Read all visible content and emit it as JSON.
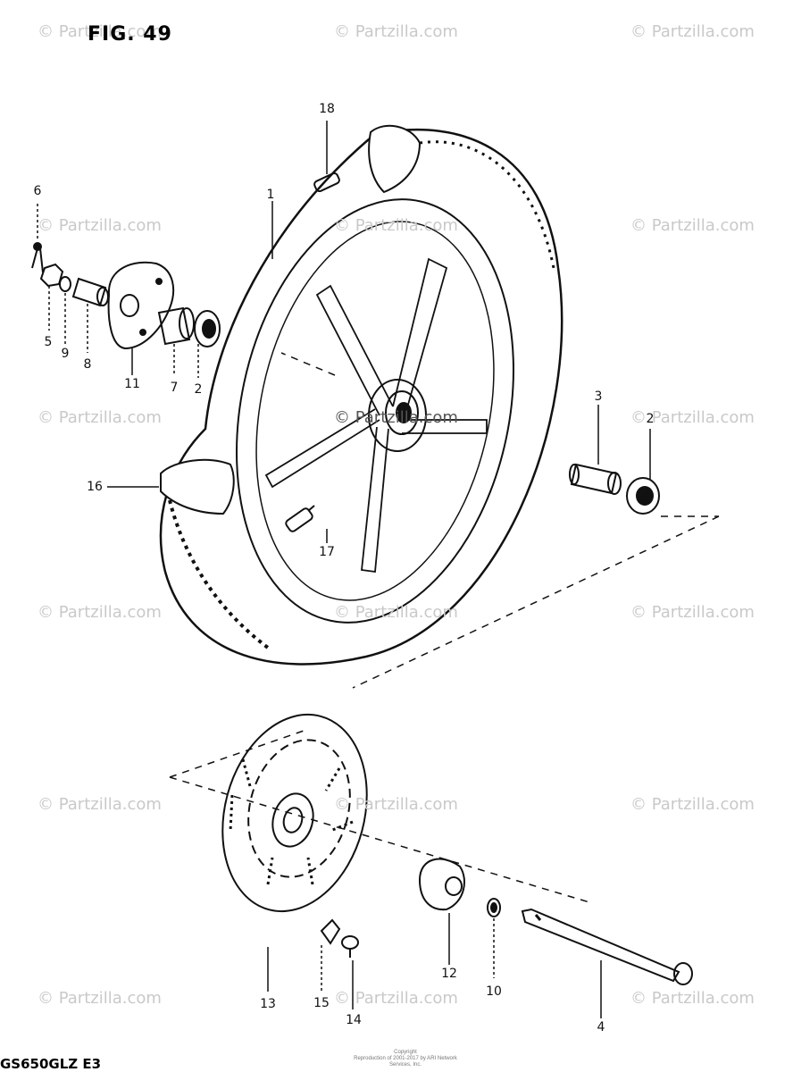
{
  "figure_label": "FIG. 49",
  "model_code": "GS650GLZ  E3",
  "copyright_line1": "Copyright",
  "copyright_line2": "Reproduction of 2001-2017 by ARI Network Services, Inc.",
  "watermark": "© Partzilla.com",
  "callouts": [
    "1",
    "2",
    "2",
    "3",
    "4",
    "5",
    "6",
    "7",
    "8",
    "9",
    "10",
    "11",
    "12",
    "13",
    "14",
    "15",
    "16",
    "17",
    "18"
  ]
}
